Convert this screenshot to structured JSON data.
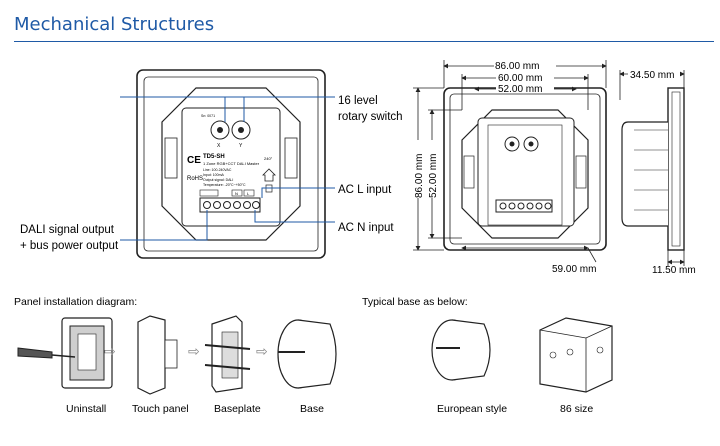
{
  "title": "Mechanical Structures",
  "callouts": {
    "rotary": "16 level",
    "rotary2": "rotary switch",
    "acl": "AC L input",
    "acn": "AC N input",
    "dali1": "DALI signal output",
    "dali2": "+ bus power output"
  },
  "device_label": {
    "model": "TD5-SH",
    "desc": "1 Zone RGB+CCT DALI Master",
    "specs1": "Line: 100-240VAC",
    "specs2": "Input: 100mA",
    "specs3": "Output signal: DALI",
    "specs4": "Temperature: -20°C~+50°C",
    "ce": "CE",
    "rohs": "RoHS",
    "angle": "240°",
    "x": "X",
    "y": "Y",
    "ser": "Sn: 0071",
    "term_n": "N",
    "term_l": "L"
  },
  "dims": {
    "w86": "86.00 mm",
    "w60": "60.00 mm",
    "w52": "52.00 mm",
    "h86": "86.00 mm",
    "h52": "52.00 mm",
    "d59": "59.00 mm",
    "depth": "34.50 mm",
    "depth2": "11.50 mm"
  },
  "install": {
    "heading": "Panel installation diagram:",
    "steps": [
      "Uninstall",
      "Touch panel",
      "Baseplate",
      "Base"
    ]
  },
  "base": {
    "heading": "Typical base as below:",
    "types": [
      "European style",
      "86 size"
    ]
  }
}
